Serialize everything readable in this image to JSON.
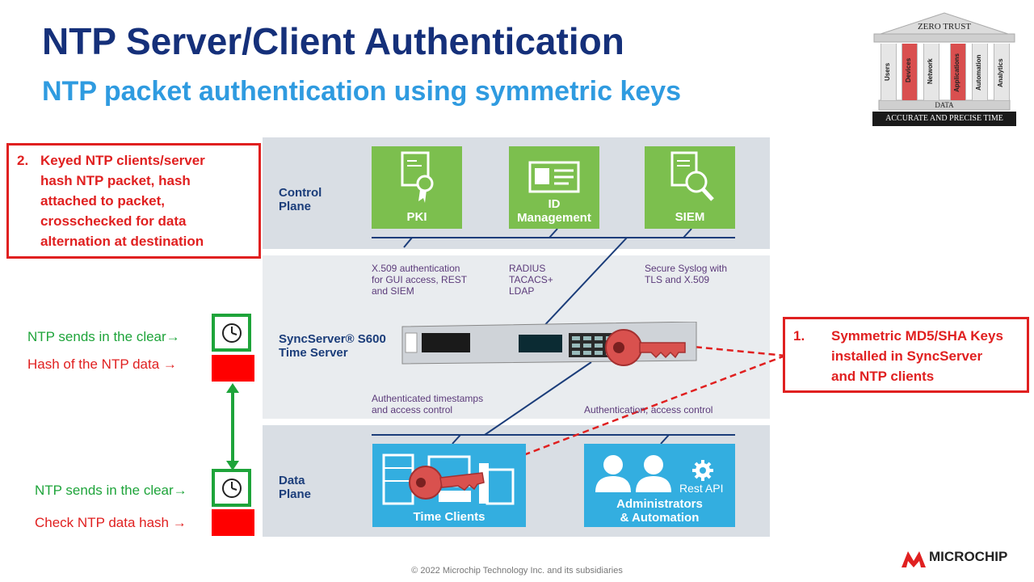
{
  "slide": {
    "title": "NTP Server/Client Authentication",
    "subtitle": "NTP packet authentication using symmetric keys",
    "footer": "© 2022 Microchip Technology Inc. and its subsidiaries",
    "brand": "MICROCHIP"
  },
  "zero_trust": {
    "top": "ZERO TRUST",
    "pillars": [
      "Users",
      "Devices",
      "Network",
      "Applications",
      "Automation",
      "Analytics"
    ],
    "base": "DATA",
    "banner": "ACCURATE AND PRECISE TIME"
  },
  "control_plane": {
    "label_1": "Control",
    "label_2": "Plane",
    "boxes": [
      {
        "label_1": "",
        "label_2": "PKI"
      },
      {
        "label_1": "ID",
        "label_2": "Management"
      },
      {
        "label_1": "",
        "label_2": "SIEM"
      }
    ]
  },
  "middle": {
    "notes": [
      [
        "X.509 authentication",
        "for GUI access, REST",
        "and SIEM"
      ],
      [
        "RADIUS",
        "TACACS+",
        "LDAP"
      ],
      [
        "Secure Syslog with",
        "TLS and X.509"
      ]
    ],
    "server_label_1": "SyncServer® S600",
    "server_label_2": "Time Server",
    "auth_ts_1": "Authenticated timestamps",
    "auth_ts_2": "and access control",
    "auth_ac": "Authentication, access control"
  },
  "data_plane": {
    "label_1": "Data",
    "label_2": "Plane",
    "time_clients": "Time Clients",
    "admin_1": "Administrators",
    "admin_2": "& Automation",
    "rest_api": "Rest API"
  },
  "notes": {
    "note2_num": "2.",
    "note2_lines": [
      "Keyed NTP clients/server",
      "hash NTP packet, hash",
      "attached to packet,",
      "crosschecked for data",
      "alternation at destination"
    ],
    "note1_num": "1.",
    "note1_lines": [
      "Symmetric MD5/SHA Keys",
      "installed in SyncServer",
      "and NTP clients"
    ]
  },
  "side": {
    "top_clear": "NTP sends in the clear→",
    "top_hash": "Hash of the NTP data →",
    "bottom_clear": "NTP sends in the clear→",
    "bottom_hash": "Check NTP data hash →"
  },
  "colors": {
    "navy": "#15307a",
    "light_blue": "#2f9be0",
    "green": "#7cbf4e",
    "blue": "#33aee0",
    "red": "#e02020"
  }
}
